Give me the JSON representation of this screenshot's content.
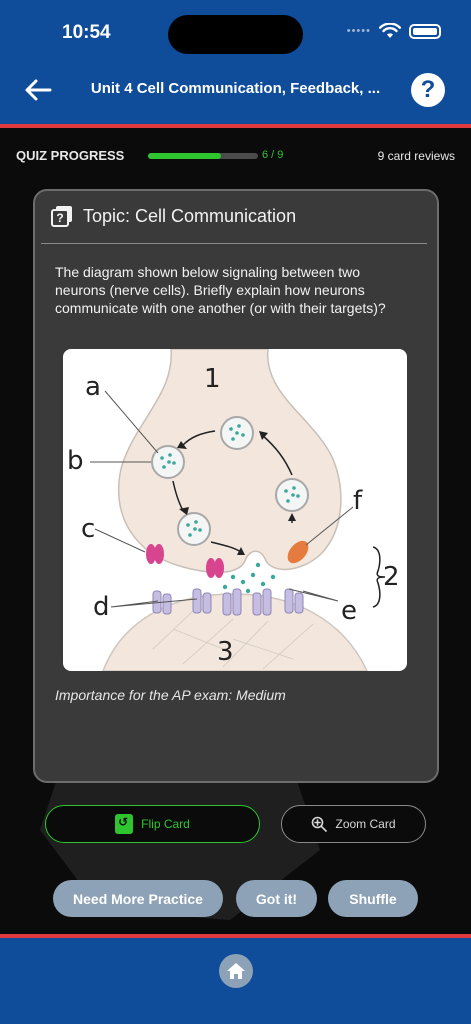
{
  "status_bar": {
    "time": "10:54",
    "signal_dots": "•••••"
  },
  "header": {
    "title": "Unit 4 Cell Communication, Feedback, ...",
    "help_label": "?"
  },
  "progress": {
    "label": "QUIZ PROGRESS",
    "current": 6,
    "total": 9,
    "count_text": "6 / 9",
    "fraction": 0.667,
    "reviews_text": "9 card reviews"
  },
  "card": {
    "topic": "Topic: Cell Communication",
    "question": "The diagram shown below signaling between two neurons (nerve cells). Briefly explain how neurons communicate with one another (or with their targets)?",
    "diagram_labels": {
      "a": "a",
      "b": "b",
      "c": "c",
      "d": "d",
      "e": "e",
      "f": "f",
      "one": "1",
      "two": "2",
      "three": "3"
    },
    "importance": "Importance for the AP exam: Medium"
  },
  "buttons": {
    "flip": "Flip Card",
    "zoom": "Zoom Card",
    "practice": "Need More Practice",
    "got_it": "Got it!",
    "shuffle": "Shuffle"
  },
  "colors": {
    "header_blue": "#0f4c9a",
    "accent_red": "#e03a3e",
    "progress_green": "#2ec52e",
    "card_bg": "#3a3a3a",
    "action_button": "#8da2b6"
  },
  "icons": {
    "back": "arrow-left-icon",
    "help": "question-icon",
    "topic": "question-card-icon",
    "flip": "flip-icon",
    "zoom": "zoom-icon",
    "home": "home-icon"
  }
}
